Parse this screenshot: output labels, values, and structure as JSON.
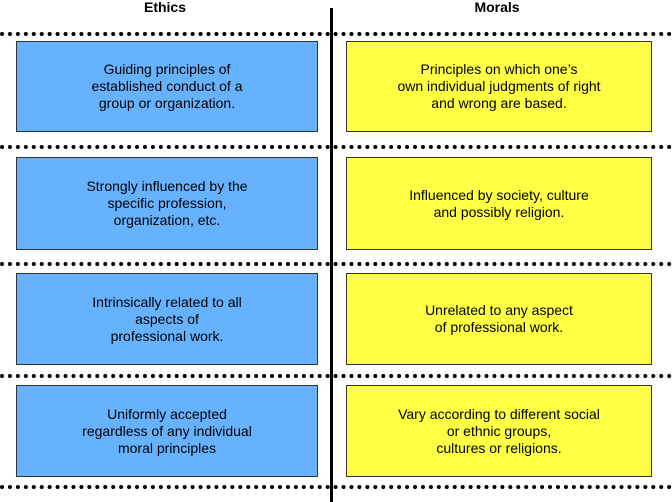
{
  "headers": {
    "left": "Ethics",
    "right": "Morals"
  },
  "colors": {
    "ethics_fill": "#66b2ff",
    "morals_fill": "#ffff44"
  },
  "rows": [
    {
      "ethics": "Guiding principles of\nestablished conduct of a\ngroup or organization.",
      "morals": "Principles on which one’s\nown individual judgments of right\nand wrong are based."
    },
    {
      "ethics": "Strongly influenced by the\nspecific profession,\norganization, etc.",
      "morals": "Influenced by society, culture\nand possibly religion."
    },
    {
      "ethics": "Intrinsically related to all\naspects of\nprofessional work.",
      "morals": "Unrelated to any aspect\nof professional work."
    },
    {
      "ethics": "Uniformly accepted\nregardless of any individual\nmoral principles",
      "morals": "Vary according to different social\nor ethnic groups,\ncultures or religions."
    }
  ]
}
